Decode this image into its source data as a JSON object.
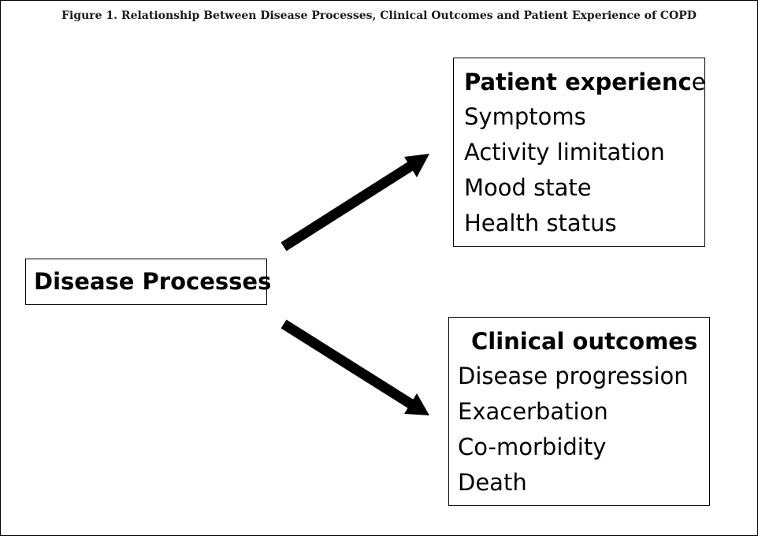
{
  "figure": {
    "title": "Figure 1. Relationship Between Disease Processes, Clinical Outcomes and Patient Experience of COPD"
  },
  "nodes": {
    "disease": {
      "label": "Disease Processes"
    },
    "patient": {
      "title_main": "Patient experienc",
      "title_tail": "e",
      "items": [
        "Symptoms",
        "Activity limitation",
        "Mood state",
        "Health status"
      ]
    },
    "clinical": {
      "title": "Clinical outcomes",
      "items": [
        "Disease progression",
        "Exacerbation",
        "Co-morbidity",
        "Death"
      ]
    }
  },
  "edges": [
    {
      "from": "disease",
      "to": "patient"
    },
    {
      "from": "disease",
      "to": "clinical"
    }
  ],
  "colors": {
    "arrow": "#000000",
    "border": "#000000",
    "text": "#000000"
  }
}
